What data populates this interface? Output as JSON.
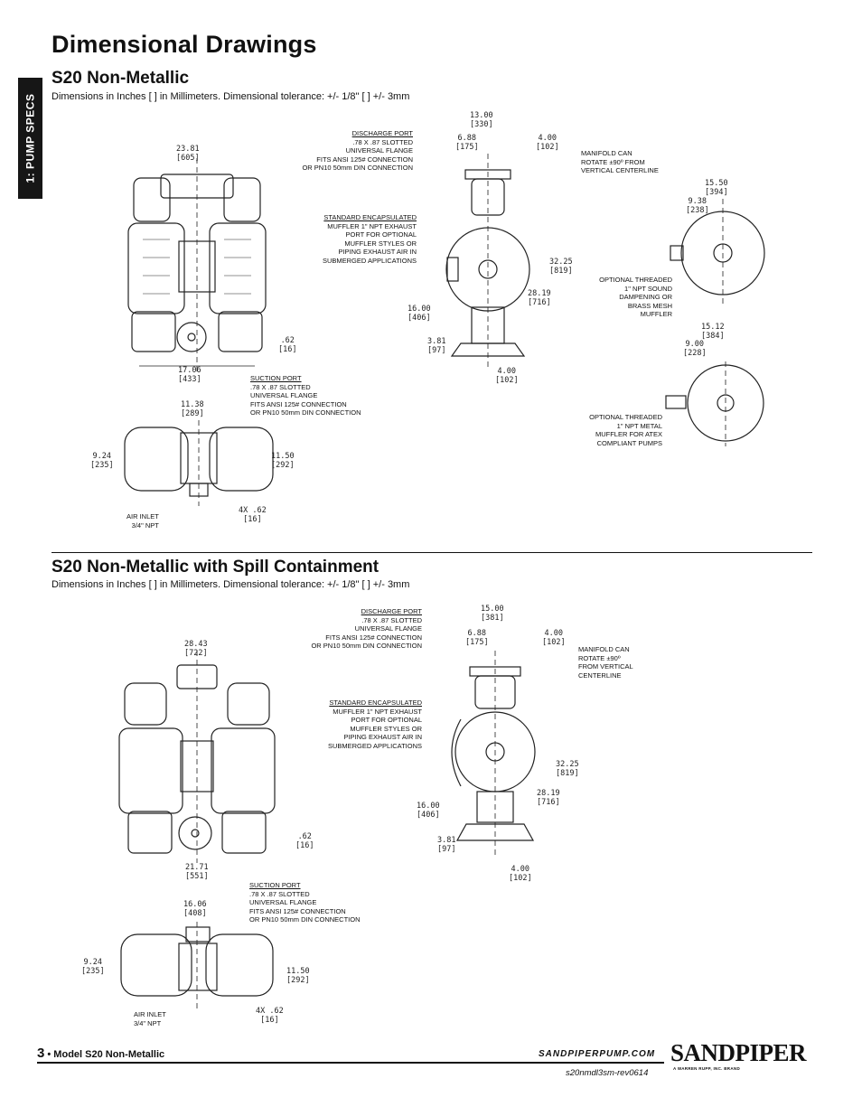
{
  "page": {
    "title": "Dimensional Drawings",
    "side_tab": "1: PUMP SPECS"
  },
  "sections": [
    {
      "title": "S20 Non-Metallic",
      "dims_note": "Dimensions in Inches [    ] in Millimeters.    Dimensional tolerance: +/- 1/8\" [    ] +/- 3mm",
      "callouts": {
        "discharge_head": "DISCHARGE PORT",
        "discharge_body": ".78 X .87 SLOTTED\nUNIVERSAL FLANGE\nFITS ANSI 125# CONNECTION\nOR PN10 50mm DIN CONNECTION",
        "muffler_head": "STANDARD ENCAPSULATED",
        "muffler_body": "MUFFLER 1\" NPT EXHAUST\nPORT FOR OPTIONAL\nMUFFLER STYLES OR\nPIPING EXHAUST AIR IN\nSUBMERGED APPLICATIONS",
        "suction_head": "SUCTION PORT",
        "suction_body": ".78 X .87 SLOTTED\nUNIVERSAL FLANGE\nFITS ANSI 125# CONNECTION\nOR PN10 50mm DIN CONNECTION",
        "manifold": "MANIFOLD CAN\nROTATE ±90º FROM\nVERTICAL CENTERLINE",
        "air_inlet": "AIR INLET\n3/4\" NPT",
        "sound_muffler": "OPTIONAL THREADED\n1\" NPT SOUND\nDAMPENING OR\nBRASS MESH\nMUFFLER",
        "metal_muffler": "OPTIONAL THREADED\n1\" NPT METAL\nMUFFLER FOR ATEX\nCOMPLIANT PUMPS"
      },
      "dims": {
        "front_width": "23.81\n[605]",
        "front_base": "17.06\n[433]",
        "front_slot": ".62\n[16]",
        "top_width": "11.38\n[289]",
        "top_left": "9.24\n[235]",
        "top_right": "11.50\n[292]",
        "top_holes": "4X .62\n[16]",
        "side_width": "13.00\n[330]",
        "side_offset": "6.88\n[175]",
        "side_top": "4.00\n[102]",
        "side_height": "32.25\n[819]",
        "side_mid": "28.19\n[716]",
        "side_center": "16.00\n[406]",
        "side_foot": "3.81\n[97]",
        "side_base": "4.00\n[102]",
        "alt1_width": "15.50\n[394]",
        "alt1_offset": "9.38\n[238]",
        "alt2_width": "15.12\n[384]",
        "alt2_offset": "9.00\n[228]"
      }
    },
    {
      "title": "S20 Non-Metallic with Spill Containment",
      "dims_note": "Dimensions in Inches [    ] in Millimeters.    Dimensional tolerance: +/- 1/8\" [    ] +/- 3mm",
      "callouts": {
        "discharge_head": "DISCHARGE PORT",
        "discharge_body": ".78 X .87 SLOTTED\nUNIVERSAL FLANGE\nFITS ANSI 125# CONNECTION\nOR PN10 50mm DIN CONNECTION",
        "muffler_head": "STANDARD ENCAPSULATED",
        "muffler_body": "MUFFLER 1\" NPT EXHAUST\nPORT FOR OPTIONAL\nMUFFLER STYLES OR\nPIPING EXHAUST AIR IN\nSUBMERGED APPLICATIONS",
        "suction_head": "SUCTION PORT",
        "suction_body": ".78 X .87 SLOTTED\nUNIVERSAL FLANGE\nFITS ANSI 125# CONNECTION\nOR PN10 50mm DIN CONNECTION",
        "manifold": "MANIFOLD CAN\nROTATE ±90º\nFROM VERTICAL\nCENTERLINE",
        "air_inlet": "AIR INLET\n3/4\" NPT"
      },
      "dims": {
        "front_width": "28.43\n[722]",
        "front_base": "21.71\n[551]",
        "front_slot": ".62\n[16]",
        "top_width": "16.06\n[408]",
        "top_left": "9.24\n[235]",
        "top_right": "11.50\n[292]",
        "top_holes": "4X .62\n[16]",
        "side_width": "15.00\n[381]",
        "side_offset": "6.88\n[175]",
        "side_top": "4.00\n[102]",
        "side_height": "32.25\n[819]",
        "side_mid": "28.19\n[716]",
        "side_center": "16.00\n[406]",
        "side_foot": "3.81\n[97]",
        "side_base": "4.00\n[102]"
      }
    }
  ],
  "footer": {
    "page_number": "3",
    "model": " • Model S20 Non-Metallic",
    "url": "SANDPIPERPUMP.COM",
    "doc_code": "s20nmdl3sm-rev0614",
    "logo": "SANDPIPER",
    "logo_sub": "A WARREN RUPP, INC. BRAND"
  }
}
